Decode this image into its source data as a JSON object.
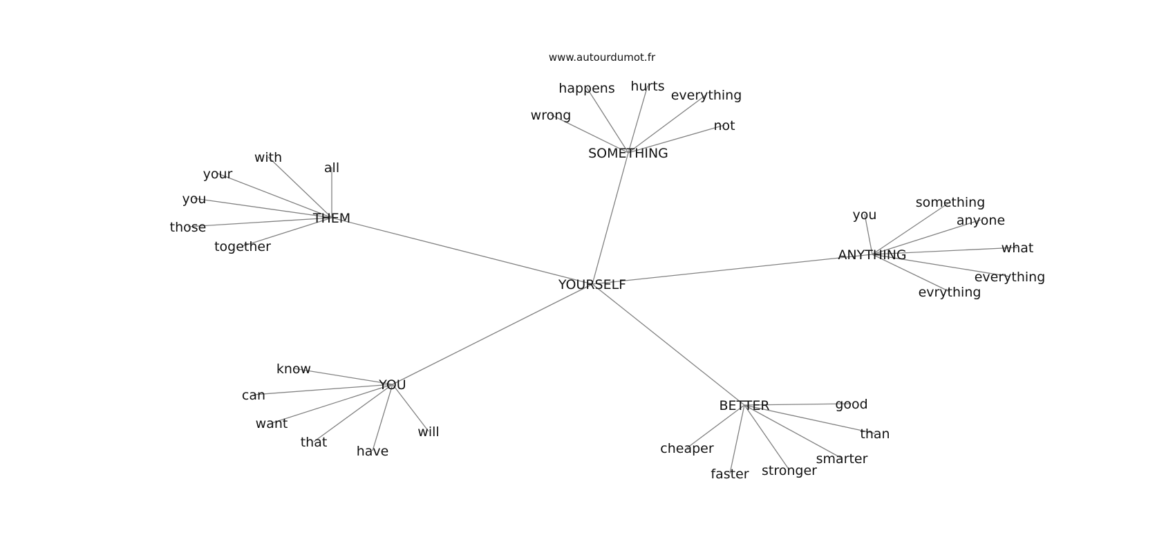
{
  "watermark": "www.autourdumot.fr",
  "center": "YOURSELF",
  "clusters": {
    "something": {
      "label": "SOMETHING",
      "words": [
        "happens",
        "hurts",
        "everything",
        "wrong",
        "not"
      ]
    },
    "them": {
      "label": "THEM",
      "words": [
        "with",
        "all",
        "your",
        "you",
        "those",
        "together"
      ]
    },
    "anything": {
      "label": "ANYTHING",
      "words": [
        "you",
        "something",
        "anyone",
        "what",
        "everything",
        "evrything"
      ]
    },
    "you": {
      "label": "YOU",
      "words": [
        "know",
        "can",
        "want",
        "that",
        "have",
        "will"
      ]
    },
    "better": {
      "label": "BETTER",
      "words": [
        "good",
        "than",
        "smarter",
        "stronger",
        "faster",
        "cheaper"
      ]
    }
  }
}
